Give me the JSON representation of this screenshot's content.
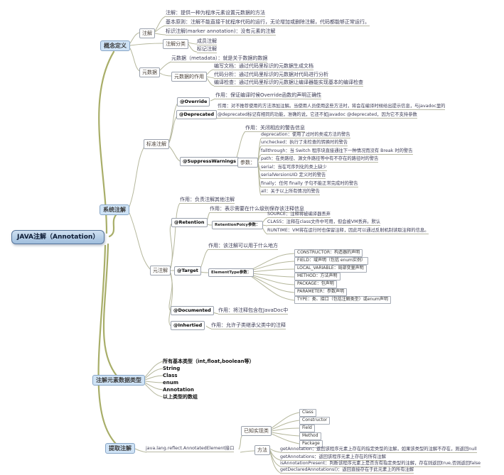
{
  "palette": {
    "edge_main": "#9aa04f",
    "edge_sub": "#b5b79c",
    "topic_bg": "#cfe3f6",
    "root_bg": "#9fbedd",
    "box_border": "#9aa1ad"
  },
  "root": {
    "label": "JAVA注解（Annotation）"
  },
  "concept": {
    "label": "概念定义",
    "annotation": {
      "label": "注解",
      "definition": "注解：提供一种为程序元素设置元数据的方法",
      "principle": "基本原则：注解不能直接干扰程序代码的运行，无论增加或删除注解，代码都能够正常运行。",
      "marker": "标识注解(marker annotation)：没有元素的注解"
    },
    "classify": {
      "label": "注解分类",
      "items": [
        "成员注解",
        "标记注解"
      ]
    },
    "metadata": {
      "label": "元数据",
      "definition": "元数据（metadata）：就是关于数据的数据",
      "usage": {
        "label": "元数据的作用",
        "items": [
          "编写文档：通过代码里标识的元数据生成文档",
          "代码分析：通过代码里标识的元数据对代码进行分析",
          "编译检查：通过代码里标识的元数据让编译器能实现基本的编译检查"
        ]
      }
    }
  },
  "system": {
    "label": "系统注解",
    "standard": {
      "label": "标准注解",
      "override": {
        "label": "@Override",
        "desc": "作用：保证编译时候Override函数的声明正确性"
      },
      "deprecated": {
        "label": "@Deprecated",
        "desc_line1": "作用：对不推荐使用的方法添加注解。当使用人员使用这些方法时，将会在编译时候给出提示信息，与javadoc里的",
        "desc_line2": "@deprecated标记有相同的功能，准确的说，它还不如javadoc @deprecated，因为它不支持参数"
      },
      "suppress": {
        "label": "@SuppressWarnings",
        "desc": "作用：关闭相应的警告信息",
        "params": {
          "label": "参数：",
          "items": [
            "deprecation：使用了过时的类或方法的警告",
            "unchecked：执行了未检查的转换时的警告",
            "fallthrough：当 Switch 程序块直接通往下一种情况而没有 Break 时的警告",
            "path：在类路径、源文件路径等中有不存在的路径时的警告",
            "serial：当在可序列化的类上缺少",
            "serialVersionUID 定义时的警告",
            "finally：任何 finally 子句不能正常完成时的警告",
            "all：关于以上所有情况的警告"
          ]
        }
      }
    },
    "meta": {
      "label": "元注解",
      "desc": "作用：负责注解其他注解",
      "retention": {
        "label": "@Retention",
        "desc": "作用：表示需要在什么级别保存该注释信息",
        "params": {
          "label": "RetentionPoicy参数：",
          "items": [
            "SOURCE：注释将被编译器丢弃",
            "CLASS：注释在class文件中可用，但会被VM丢弃。默认",
            "RUNTIME：VM将在运行时也保留注释，因此可以通过反射机制读取注释的信息。"
          ]
        }
      },
      "target": {
        "label": "@Target",
        "desc": "作用：该注解可以用于什么地方",
        "params": {
          "label": "ElementType参数：",
          "items": [
            "CONSTRUCTOR：构造器的声明",
            "FIELD：域声明（包括 enum实例）",
            "LOCAL_VARIABLE：局部变量声明",
            "METHOD：方法声明",
            "PACKAGE：包声明",
            "PARAMETER：参数声明",
            "TYPE：类、接口（包括注解类型）或enum声明"
          ]
        }
      },
      "documented": {
        "label": "@Documented",
        "desc": "作用：将注释包含在JavaDoc中"
      },
      "inherited": {
        "label": "@Inhertied",
        "desc": "作用：允许子类继承父类中的注释"
      }
    }
  },
  "datatypes": {
    "label": "注解元素数据类型",
    "items": [
      "所有基本类型（int,float,boolean等）",
      "String",
      "Class",
      "enum",
      "Annotation",
      "以上类型的数组"
    ]
  },
  "extract": {
    "label": "提取注解",
    "interface": "java.lang.reflect.AnnotatedElement接口",
    "impls": {
      "label": "已知实现类",
      "items": [
        "Class",
        "Constructor",
        "Field",
        "Method",
        "Package"
      ]
    },
    "methods": {
      "label": "方法",
      "items": [
        "getAnnotation：返回该程序元素上存在的指定类型的注解，如果该类型的注解不存在，则返回null",
        "getAnnotations：返回该程序元素上存在的所有注解",
        "isAnnotationPresent：判断该程序元素上是否含有指定类型的注解，存在则返回true,否则返回false",
        "getDeclaredAnnotations()：返回直接存在于此元素上的所有注解"
      ]
    }
  }
}
